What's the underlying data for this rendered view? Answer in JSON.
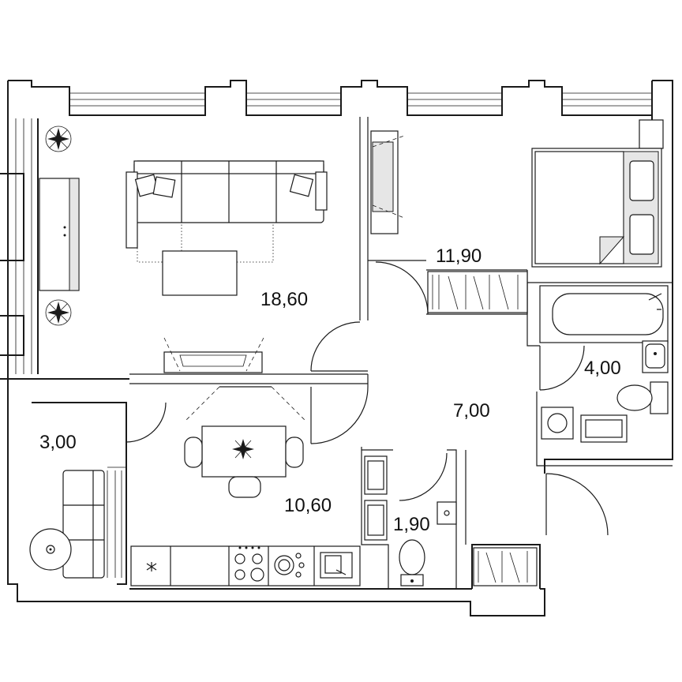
{
  "rooms": [
    {
      "id": "living-room",
      "area": "18,60"
    },
    {
      "id": "bedroom",
      "area": "11,90"
    },
    {
      "id": "bathroom",
      "area": "4,00"
    },
    {
      "id": "hallway",
      "area": "7,00"
    },
    {
      "id": "balcony",
      "area": "3,00"
    },
    {
      "id": "kitchen",
      "area": "10,60"
    },
    {
      "id": "toilet",
      "area": "1,90"
    }
  ]
}
